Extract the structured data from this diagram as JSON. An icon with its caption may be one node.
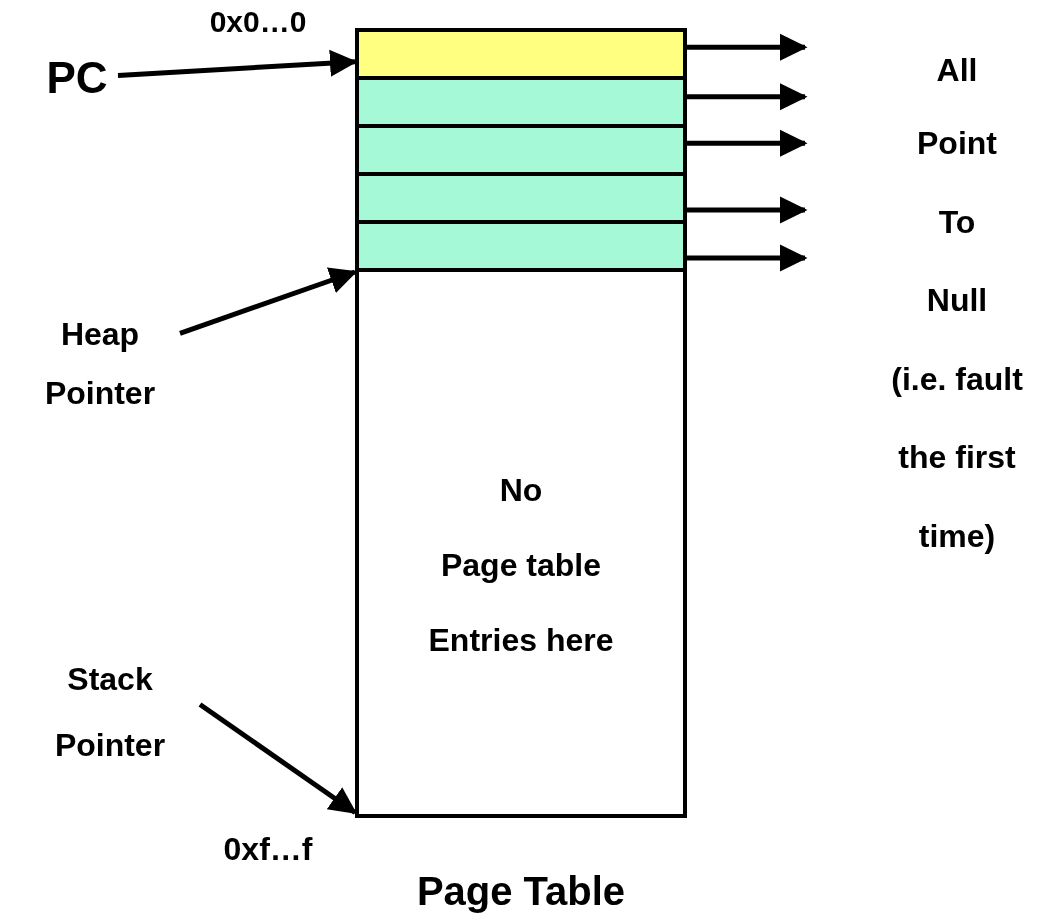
{
  "diagram": {
    "nodes": [
      {
        "text": [
          "PC"
        ]
      },
      {
        "text": [],
        "shape": "box"
      },
      {
        "text": [],
        "shape": "box"
      },
      {
        "text": [],
        "shape": "box"
      },
      {
        "text": [],
        "shape": "box"
      },
      {
        "text": [],
        "shape": "box"
      },
      {
        "text": [
          "No",
          "Page table",
          "Entries here"
        ]
      },
      {
        "text": [
          "Heap Pointer"
        ]
      },
      {
        "text": [
          "Stack Pointer"
        ]
      }
    ],
    "edges": [
      {
        "from": 0,
        "to": 1,
        "arrow": "to"
      },
      {
        "from": 7,
        "to": 5,
        "arrow": "to"
      },
      {
        "from": 8,
        "to": 6,
        "arrow": "to"
      },
      {
        "from": 1,
        "to": null,
        "arrow": "to"
      },
      {
        "from": 2,
        "to": null,
        "arrow": "to"
      },
      {
        "from": 3,
        "to": null,
        "arrow": "to"
      },
      {
        "from": 4,
        "to": null,
        "arrow": "to"
      },
      {
        "from": 5,
        "to": null,
        "arrow": "to"
      }
    ],
    "labels": [
      "0x0…0",
      "All",
      "Point",
      "To",
      "Null",
      "(i.e. fault",
      "the first",
      "time)",
      "0xf…f",
      "Page Table"
    ]
  }
}
